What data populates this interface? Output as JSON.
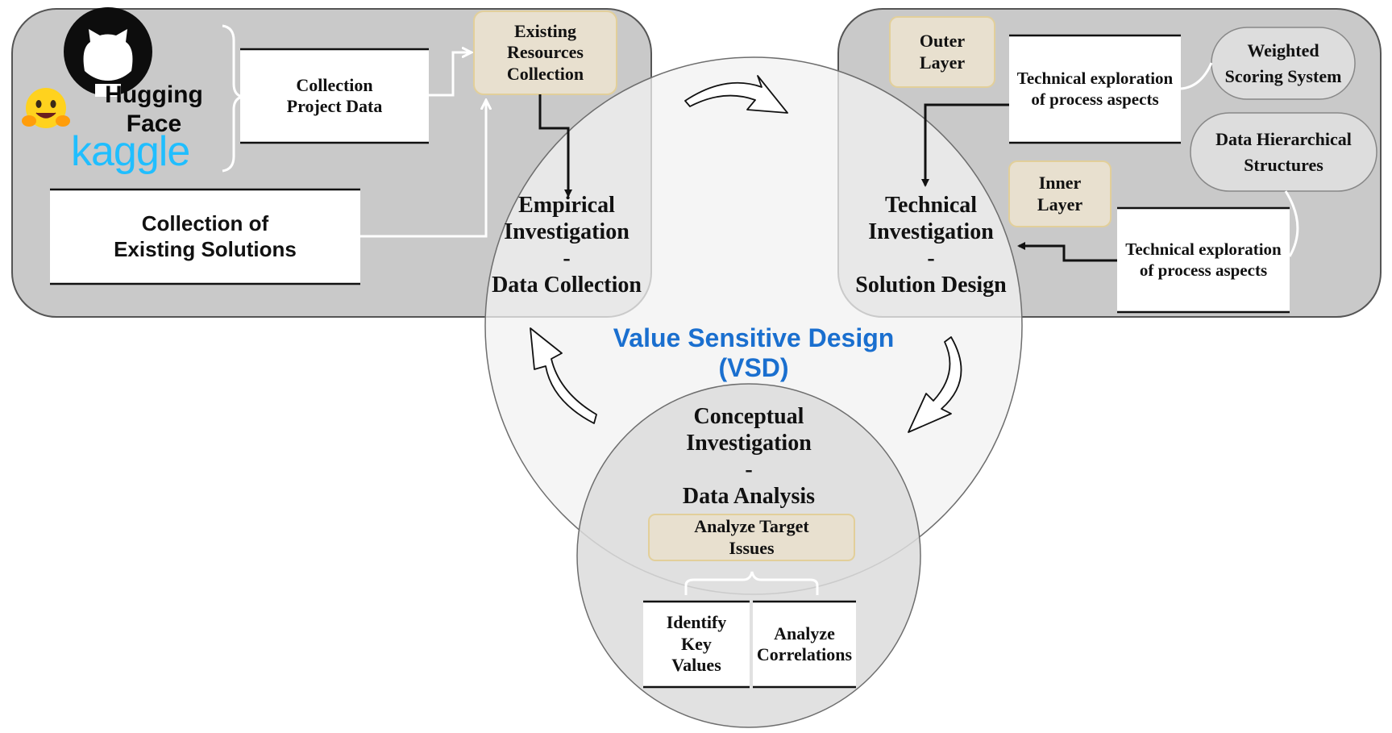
{
  "vsd": {
    "title": "Value Sensitive Design\n(VSD)"
  },
  "colors": {
    "panel_fill": "#c9c9c9",
    "panel_border": "#555555",
    "big_circle_fill": "#f1f1f1",
    "small_circle_fill": "#dcdcdc",
    "tan_fill": "#e8e0cf",
    "tan_border": "#e2cf9a",
    "vsd_blue": "#1a6fcf",
    "kaggle_blue": "#20BEFF"
  },
  "empirical": {
    "title": "Empirical\nInvestigation\n-\nData Collection",
    "logos": {
      "github": "github-icon",
      "huggingface_icon": "hugging-face-emoji-icon",
      "huggingface": "Hugging Face",
      "kaggle": "kaggle"
    },
    "collection_project_data": "Collection\nProject Data",
    "existing_resources": "Existing\nResources\nCollection",
    "existing_solutions": "Collection of\nExisting Solutions"
  },
  "technical": {
    "title": "Technical\nInvestigation\n-\nSolution Design",
    "outer_layer": "Outer\nLayer",
    "inner_layer": "Inner\nLayer",
    "exploration_top": "Technical exploration\nof process aspects",
    "exploration_bottom": "Technical exploration\nof process aspects",
    "weighted_scoring": "Weighted\nScoring System",
    "data_hierarchical": "Data Hierarchical\nStructures"
  },
  "conceptual": {
    "title": "Conceptual\nInvestigation\n-\nData Analysis",
    "analyze_target": "Analyze Target\nIssues",
    "identify_key_values": "Identify\nKey\nValues",
    "analyze_correlations": "Analyze\nCorrelations"
  }
}
